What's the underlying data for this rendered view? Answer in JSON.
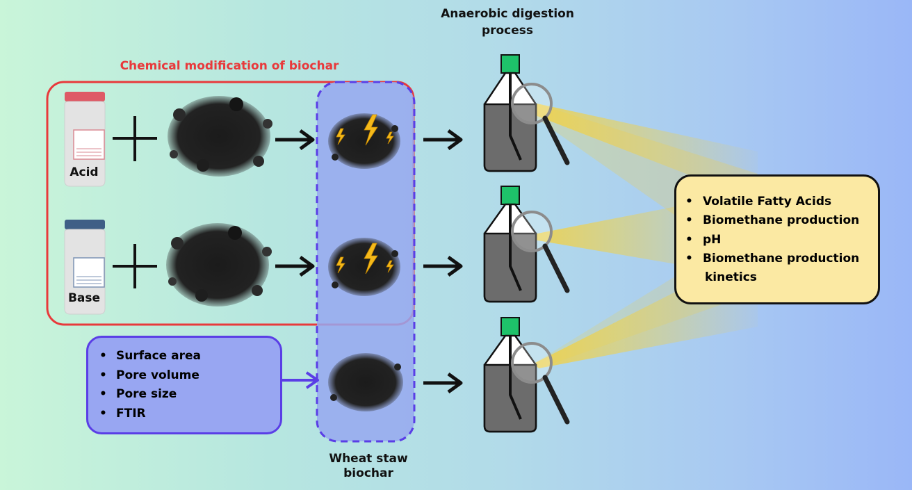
{
  "titles": {
    "anaerobic": [
      "Anaerobic digestion",
      "process"
    ],
    "chemical": "Chemical modification of biochar",
    "wheat": [
      "Wheat staw",
      "biochar"
    ]
  },
  "reagents": [
    {
      "label": "Acid",
      "cap_color": "#de5a66",
      "tag_color": "#d98a93"
    },
    {
      "label": "Base",
      "cap_color": "#3f5f86",
      "tag_color": "#7d93b4"
    }
  ],
  "characterization": [
    "Surface area",
    "Pore volume",
    "Pore size",
    "FTIR"
  ],
  "results": [
    "Volatile Fatty Acids",
    "Biomethane production",
    "pH",
    "Biomethane production",
    "kinetics"
  ],
  "colors": {
    "chemical_frame": "#e8393b",
    "biochar_frame": "#5a3ee6",
    "biochar_fill": "#97a8f0",
    "bottle_cap": "#1ec26a",
    "bottle_liquid": "#6c6c6c",
    "spark": "#f5b91a",
    "beam": "#f5d44a"
  },
  "icons": [
    "acid-bottle-icon",
    "base-bottle-icon",
    "plus-icon",
    "biochar-pile-icon",
    "arrow-right-icon",
    "lightning-icon",
    "digester-bottle-icon",
    "magnifier-icon"
  ]
}
